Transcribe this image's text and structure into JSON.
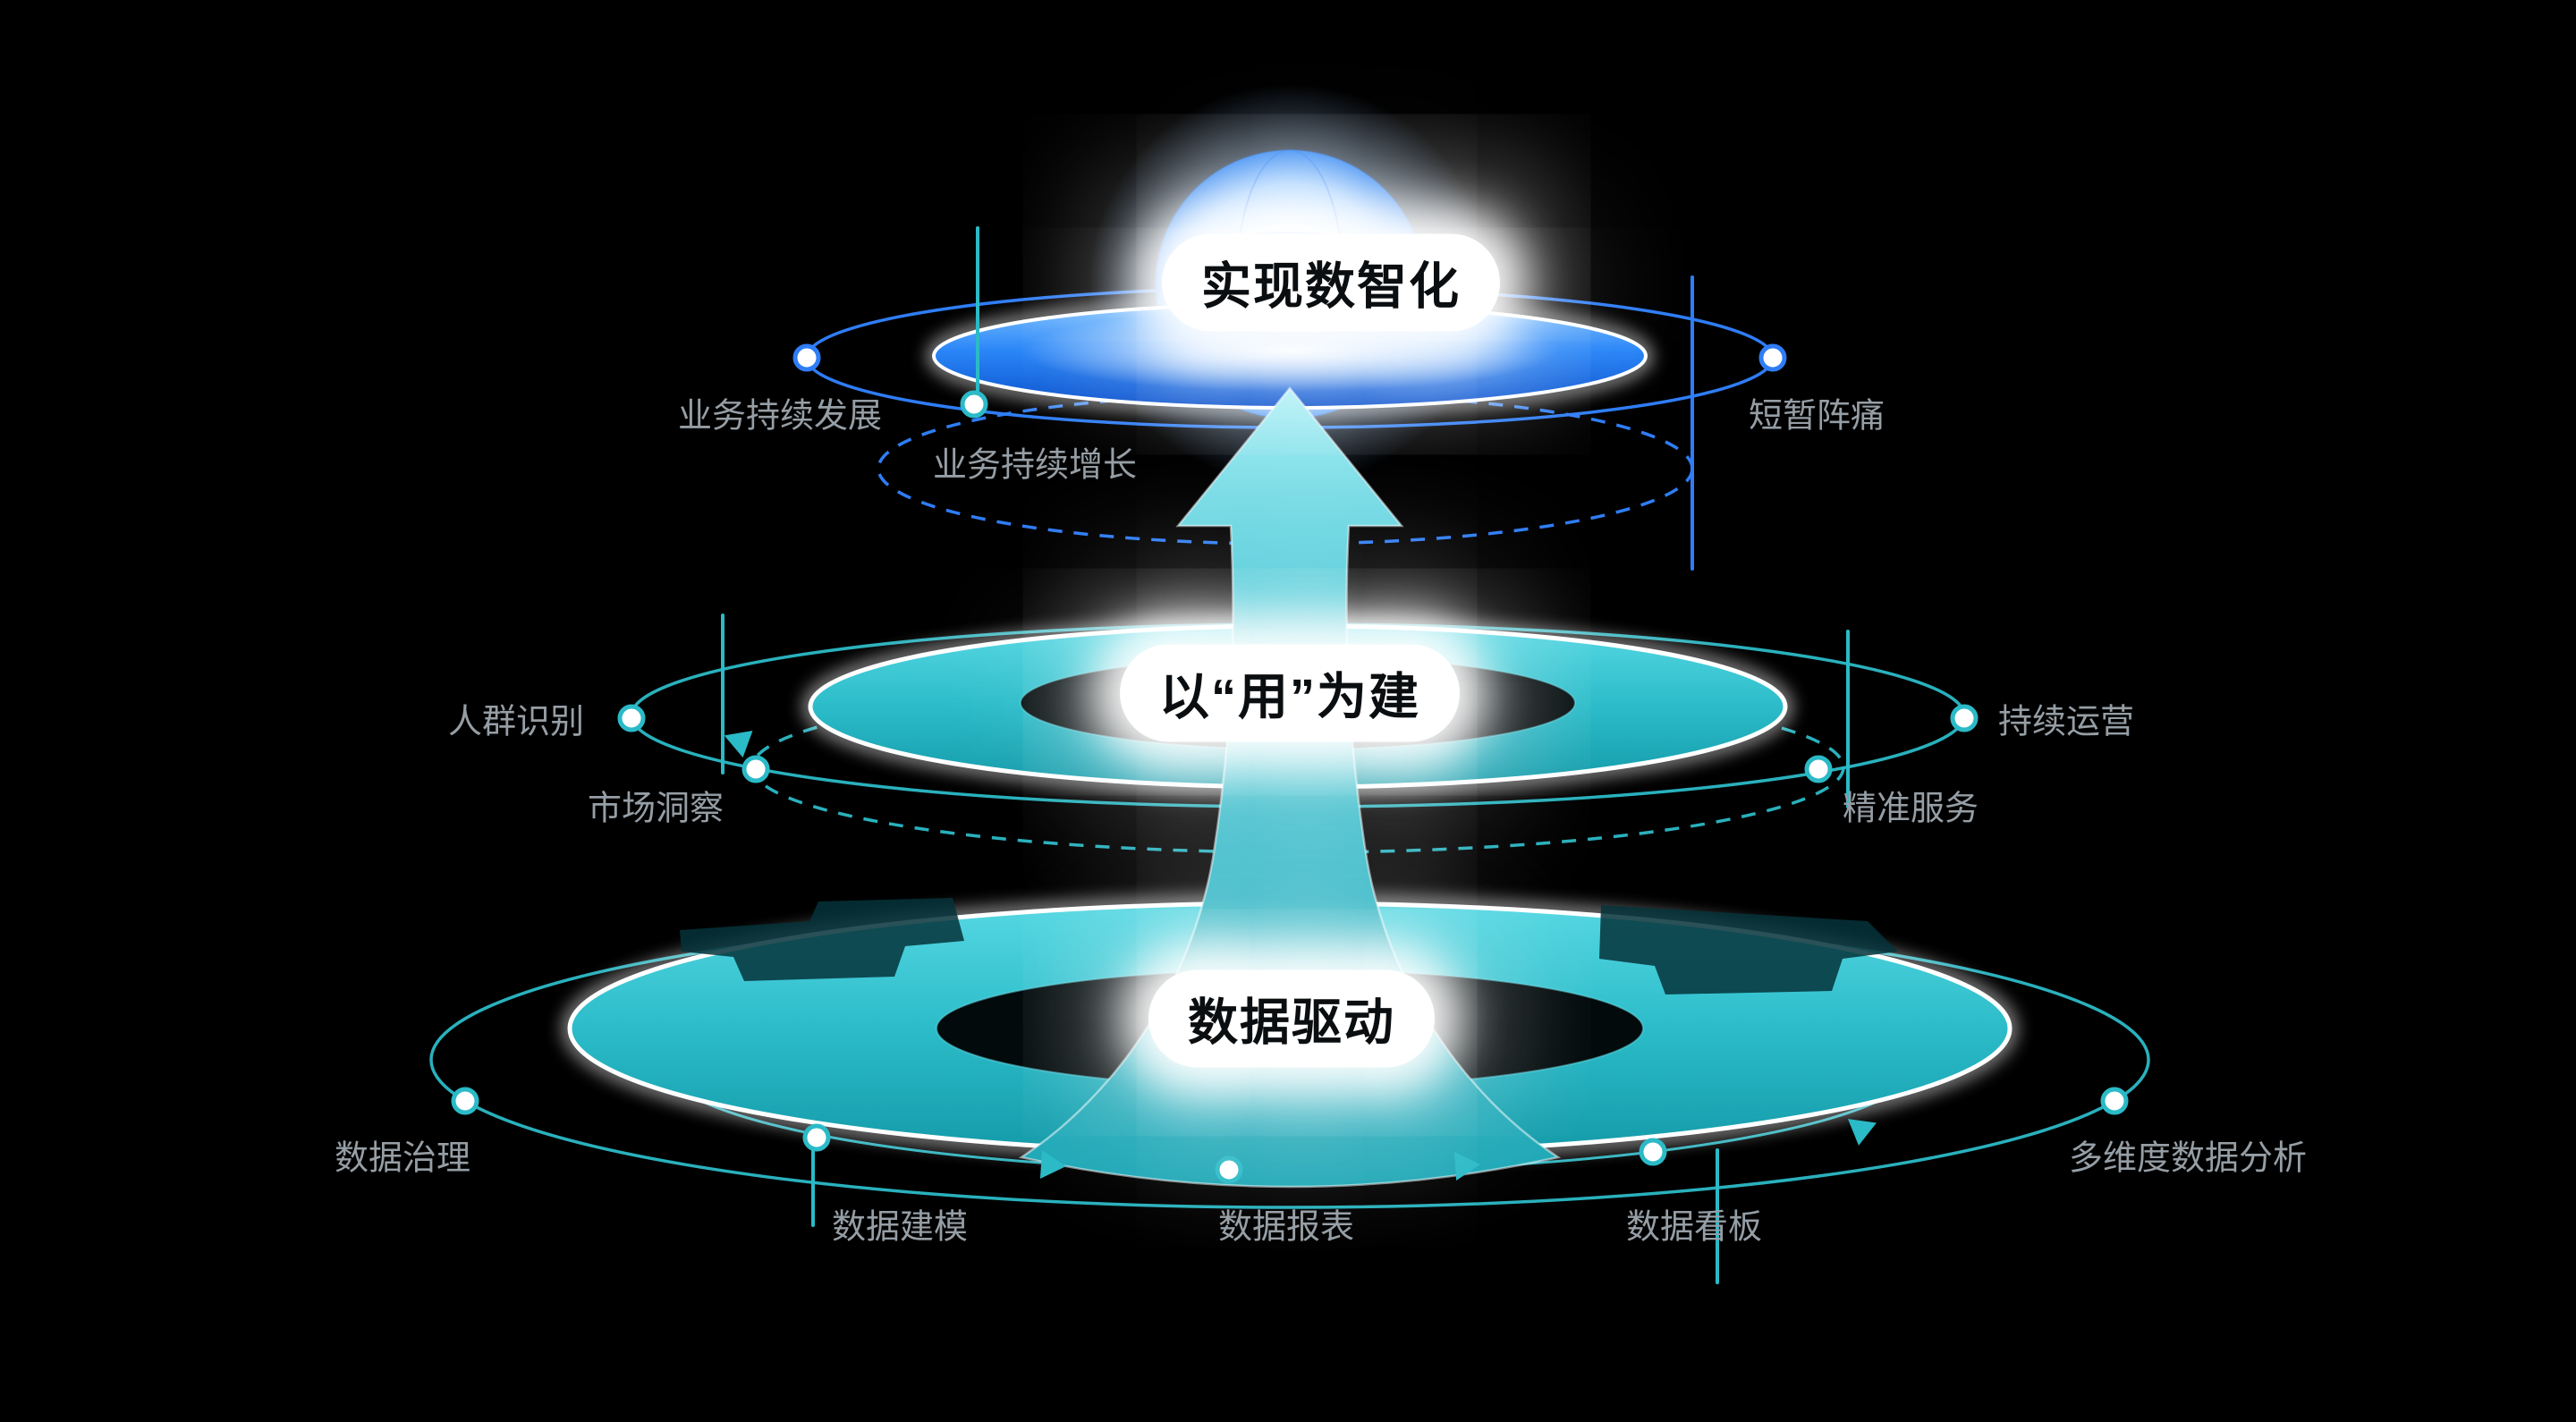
{
  "colors": {
    "background": "#000000",
    "teal": "#2bbac7",
    "teal_bright": "#4fd6e2",
    "blue": "#2f7df6",
    "label_gray": "#969ea5",
    "title_color": "#0b0e10",
    "white": "#ffffff"
  },
  "levels": [
    {
      "id": "top",
      "title": "实现数智化"
    },
    {
      "id": "middle",
      "title": "以“用”为建"
    },
    {
      "id": "bottom",
      "title": "数据驱动"
    }
  ],
  "labels": {
    "business_growth_1": "业务持续发展",
    "business_growth_2": "业务持续增长",
    "short_pain": "短暂阵痛",
    "crowd_recognition": "人群识别",
    "market_insight": "市场洞察",
    "continuous_operation": "持续运营",
    "precise_service": "精准服务",
    "data_governance": "数据治理",
    "data_modeling": "数据建模",
    "data_report": "数据报表",
    "data_dashboard": "数据看板",
    "multi_dim_analysis": "多维度数据分析"
  }
}
